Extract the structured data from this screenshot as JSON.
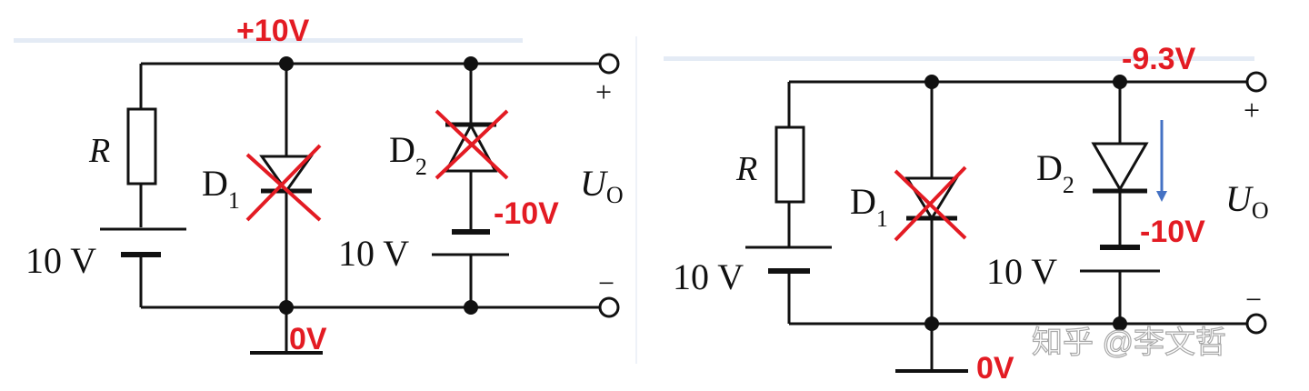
{
  "colors": {
    "annotation": "#e31b23",
    "current_arrow": "#4472c4",
    "wire": "#111111",
    "panel_edge": "#dde6f2"
  },
  "left_circuit": {
    "resistor_label": "R",
    "battery_label": "10 V",
    "diode1_label": "D",
    "diode1_sub": "1",
    "diode2_label": "D",
    "diode2_sub": "2",
    "battery2_label": "10 V",
    "output_label": "U",
    "output_sub": "O",
    "plus": "+",
    "minus": "−",
    "annot_top": "+10V",
    "annot_d2": "-10V",
    "annot_bottom": "0V"
  },
  "right_circuit": {
    "resistor_label": "R",
    "battery_label": "10 V",
    "diode1_label": "D",
    "diode1_sub": "1",
    "diode2_label": "D",
    "diode2_sub": "2",
    "battery2_label": "10 V",
    "output_label": "U",
    "output_sub": "O",
    "plus": "+",
    "minus": "−",
    "annot_top": "-9.3V",
    "annot_d2": "-10V",
    "annot_bottom": "0V"
  },
  "watermark": "知乎 @李文哲"
}
